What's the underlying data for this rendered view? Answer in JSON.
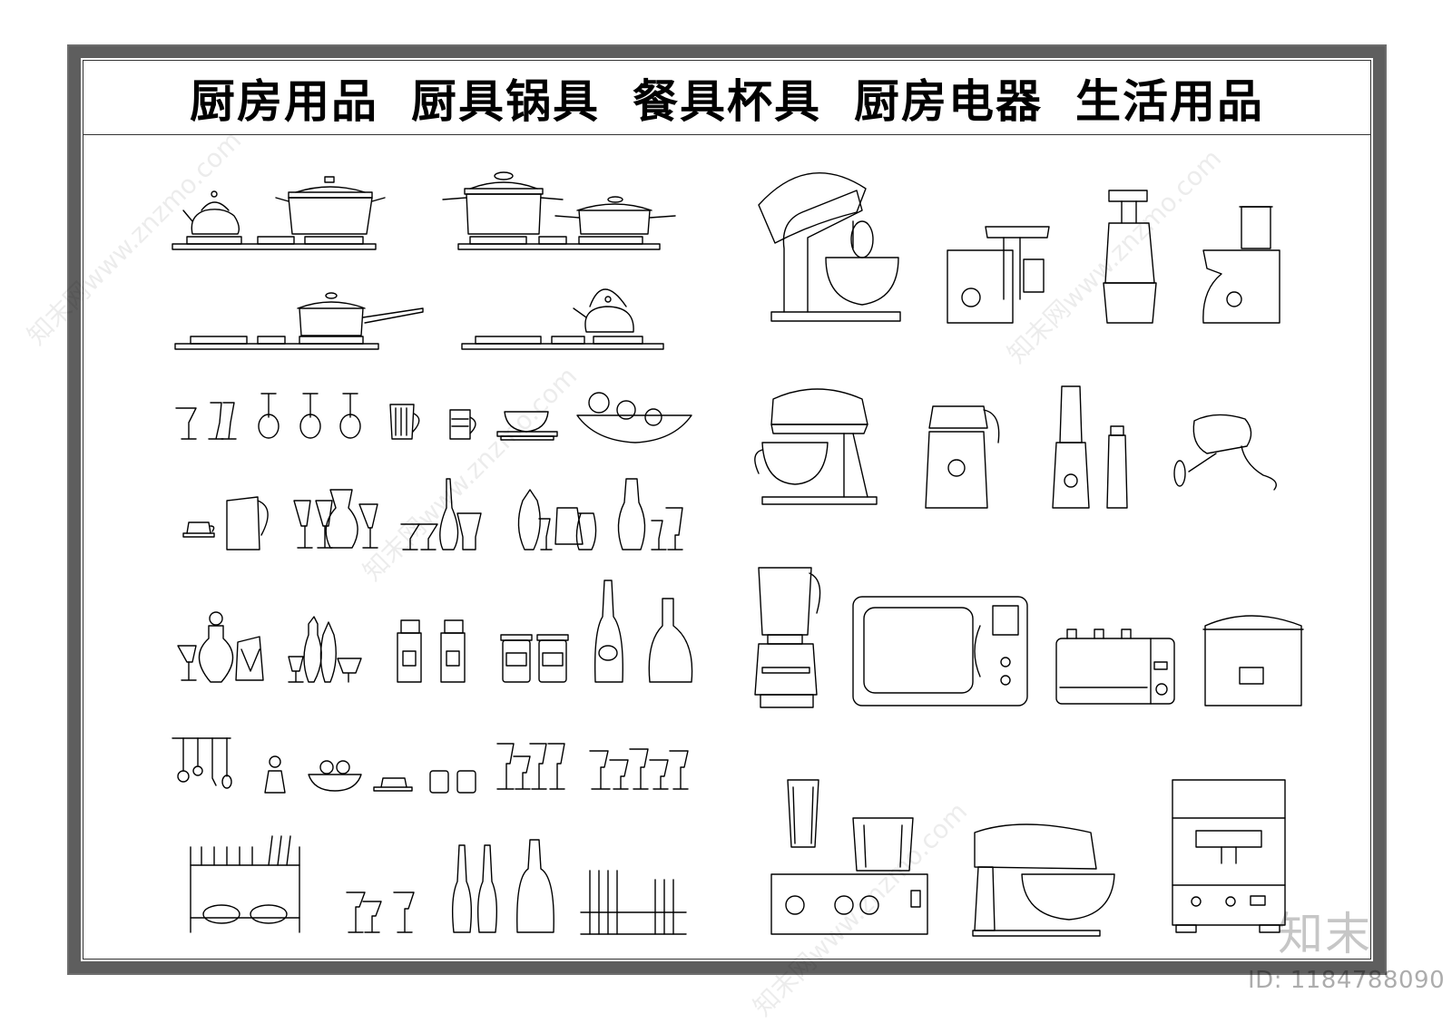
{
  "title": {
    "items": [
      "厨房用品",
      "厨具锅具",
      "餐具杯具",
      "厨房电器",
      "生活用品"
    ]
  },
  "watermark": {
    "logo_text": "知末",
    "id_text": "ID: 1184788090",
    "diagonal_text": "知末网www.znzmo.com"
  },
  "colors": {
    "frame": "#5e5e5e",
    "line": "#000000"
  },
  "icons": [
    "kettle-on-stove",
    "pot-on-stove",
    "saucepan-on-stove",
    "teapot-on-stove",
    "stand-mixer",
    "meat-grinder",
    "slow-juicer",
    "food-processor",
    "wine-glass",
    "mug",
    "bowl",
    "fruit-plate",
    "jug",
    "decanter",
    "bottle",
    "jar",
    "utensil-rack",
    "dish-rack",
    "blender",
    "microwave",
    "toaster",
    "rice-cooker",
    "coffee-machine",
    "milk-frother",
    "hand-mixer"
  ]
}
